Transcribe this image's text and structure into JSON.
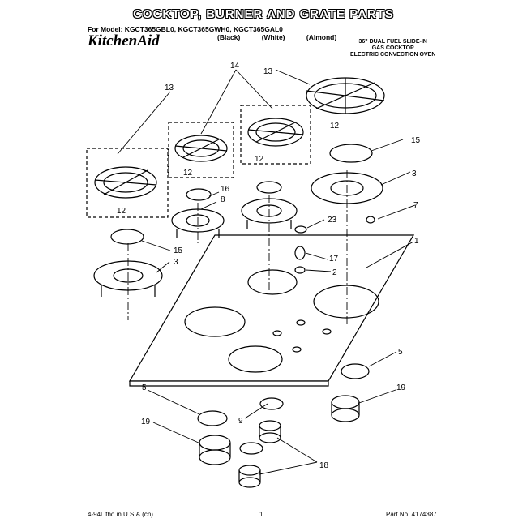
{
  "title": "COCKTOP, BURNER AND GRATE PARTS",
  "models_line": "For Model: KGCT365GBL0, KGCT365GWH0, KGCT365GAL0",
  "colors_line": "(Black) (White) (Almond)",
  "brand": "KitchenAid",
  "description": [
    "36\" DUAL FUEL SLIDE-IN",
    "GAS COCKTOP",
    "ELECTRIC CONVECTION OVEN"
  ],
  "footer": {
    "left": "4-94Litho in U.S.A.(cn)",
    "center": "1",
    "right": "Part No. 4174387"
  },
  "callouts": [
    "14",
    "13",
    "13",
    "12",
    "12",
    "12",
    "12",
    "15",
    "3",
    "16",
    "8",
    "7",
    "23",
    "17",
    "2",
    "1",
    "15",
    "3",
    "5",
    "19",
    "5",
    "19",
    "9",
    "18"
  ]
}
